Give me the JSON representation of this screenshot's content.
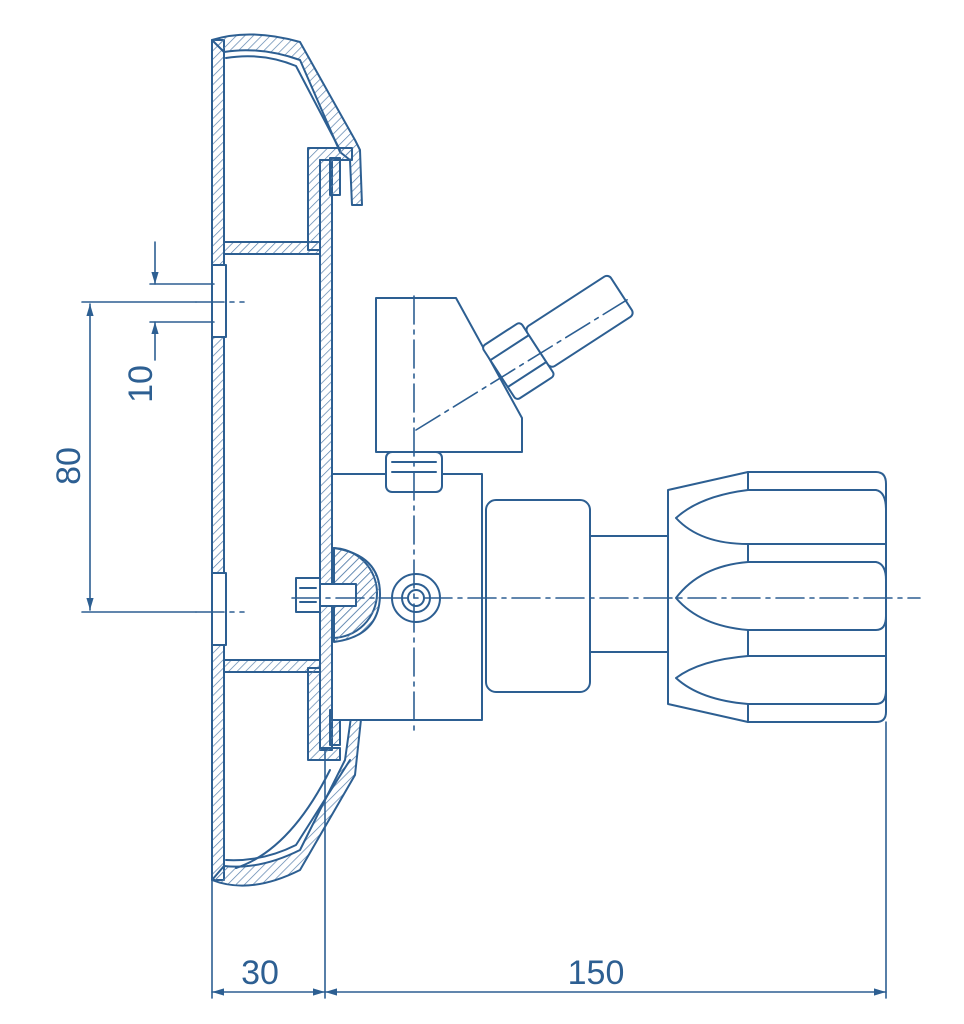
{
  "colors": {
    "line": "#2d5f92",
    "hatch": "#5a82ad",
    "dim": "#2d5f92",
    "background": "#ffffff"
  },
  "dimensions": {
    "wall_thickness": "30",
    "depth": "150",
    "center_distance": "80",
    "slot_width": "10"
  }
}
